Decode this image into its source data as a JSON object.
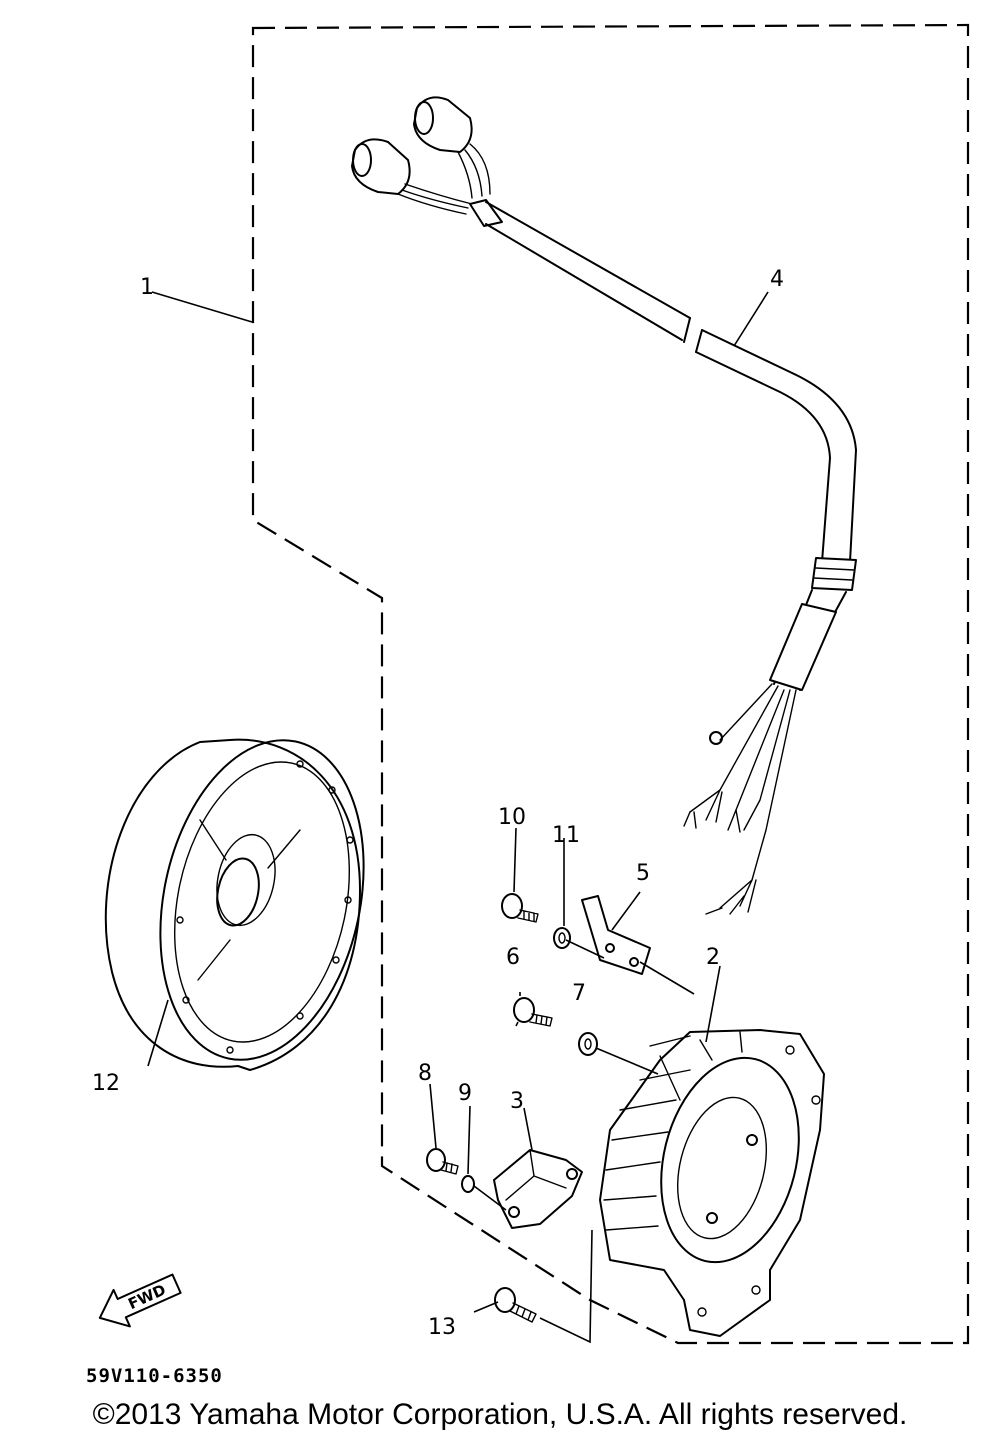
{
  "diagram": {
    "callouts": {
      "c1": "1",
      "c2": "2",
      "c3": "3",
      "c4": "4",
      "c5": "5",
      "c6": "6",
      "c7": "7",
      "c8": "8",
      "c9": "9",
      "c10": "10",
      "c11": "11",
      "c12": "12",
      "c13": "13"
    },
    "direction_label": "FWD",
    "drawing_code": "59V110-6350"
  },
  "footer": {
    "copyright": "©2013 Yamaha Motor Corporation, U.S.A. All rights reserved."
  }
}
